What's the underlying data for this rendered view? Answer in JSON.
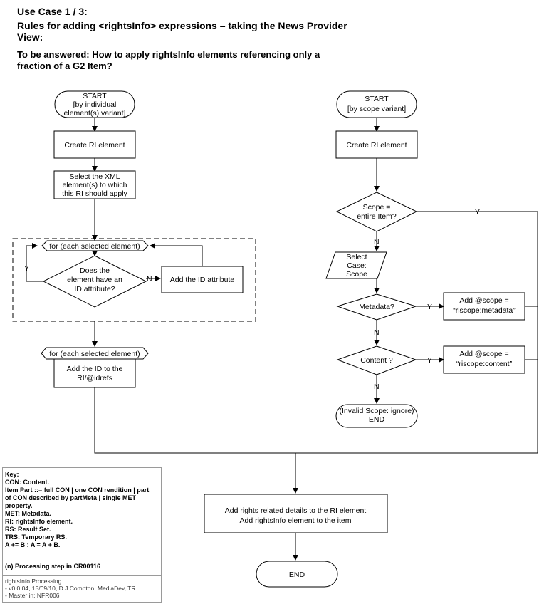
{
  "header": {
    "use_case": "Use Case 1 / 3:",
    "rules_line1": "Rules for adding <rightsInfo> expressions – taking the News Provider",
    "rules_line2": "View:",
    "question_line1_prefix": "To be answered: ",
    "question_line1_rest": "How to apply rightsInfo elements referencing only a",
    "question_line2": "fraction of a G2 Item?"
  },
  "left_flow": {
    "start": [
      "START",
      "[by individual",
      "element(s) variant]"
    ],
    "create_ri": "Create RI element",
    "select_xml": [
      "Select the XML",
      "element(s) to which",
      "this RI should apply"
    ],
    "loop_label": "for (each selected element)",
    "decision": [
      "Does the",
      "element have an",
      "ID attribute?"
    ],
    "decision_yes": "Y",
    "decision_no": "N",
    "add_id_attr": "Add the ID attribute",
    "loop_label2": "for (each selected element)",
    "add_idrefs": [
      "Add the ID to the",
      "RI/@idrefs"
    ]
  },
  "right_flow": {
    "start": [
      "START",
      "[by scope variant]"
    ],
    "create_ri": "Create RI element",
    "scope_decision": [
      "Scope =",
      "entire Item?"
    ],
    "scope_yes": "Y",
    "scope_no": "N",
    "select_case": [
      "Select",
      "Case:",
      "Scope"
    ],
    "metadata_decision": "Metadata?",
    "metadata_yes": "Y",
    "metadata_no": "N",
    "add_scope_meta": [
      "Add @scope =",
      "“riscope:metadata”"
    ],
    "content_decision": "Content ?",
    "content_yes": "Y",
    "content_no": "N",
    "add_scope_content": [
      "Add @scope =",
      "“riscope:content”"
    ],
    "invalid_end": [
      "(Invalid Scope: ignore)",
      "END"
    ]
  },
  "bottom": {
    "process": [
      "Add rights related details to the RI element",
      "Add rightsInfo element to the item"
    ],
    "end": "END"
  },
  "key": {
    "lines": [
      "Key:",
      "CON: Content.",
      "Item Part ::=  full CON | one CON rendition | part",
      "of CON described by partMeta | single MET",
      "property.",
      "MET: Metadata.",
      "RI: rightsInfo element.",
      "RS: Result Set.",
      "TRS: Temporary RS.",
      "A += B : A = A + B.",
      "",
      "(n) Processing step in CR00116"
    ],
    "footer": [
      "rightsInfo Processing",
      "- v0.0.04, 15/09/10, D J Compton, MediaDev, TR",
      "- Master in: NFR006"
    ]
  }
}
